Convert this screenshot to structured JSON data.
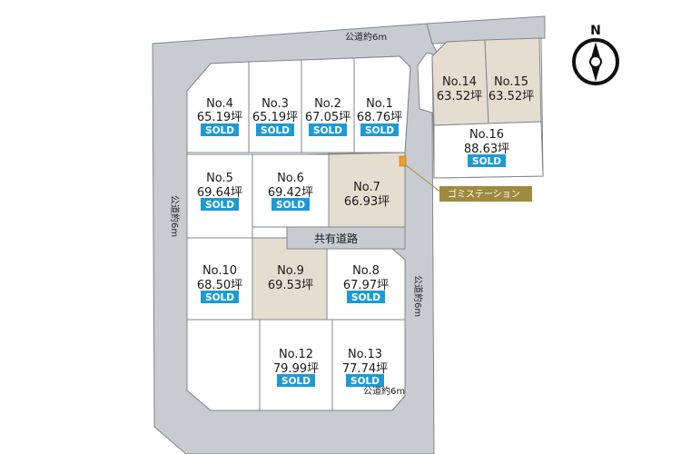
{
  "roads": {
    "north": "公道約6m",
    "west": "公道約6m",
    "east": "公道約6m",
    "south": "公道約6m"
  },
  "shared_road": "共有道路",
  "garbage_station": "ゴミステーション",
  "compass": {
    "north_label": "N"
  },
  "sold_label": "SOLD",
  "colors": {
    "road": "#c8ccd1",
    "lot_available": "#ffffff",
    "lot_highlight": "#e6ddd1",
    "sold_badge": "#1d9ad6",
    "garbage_label_bg": "#a08a3e",
    "garbage_marker": "#f0a020"
  },
  "lots": [
    {
      "id": "1",
      "number": "No.1",
      "area": "68.76坪",
      "sold": true,
      "highlight": false
    },
    {
      "id": "2",
      "number": "No.2",
      "area": "67.05坪",
      "sold": true,
      "highlight": false
    },
    {
      "id": "3",
      "number": "No.3",
      "area": "65.19坪",
      "sold": true,
      "highlight": false
    },
    {
      "id": "4",
      "number": "No.4",
      "area": "65.19坪",
      "sold": true,
      "highlight": false
    },
    {
      "id": "5",
      "number": "No.5",
      "area": "69.64坪",
      "sold": true,
      "highlight": false
    },
    {
      "id": "6",
      "number": "No.6",
      "area": "69.42坪",
      "sold": true,
      "highlight": false
    },
    {
      "id": "7",
      "number": "No.7",
      "area": "66.93坪",
      "sold": false,
      "highlight": true
    },
    {
      "id": "8",
      "number": "No.8",
      "area": "67.97坪",
      "sold": true,
      "highlight": false
    },
    {
      "id": "9",
      "number": "No.9",
      "area": "69.53坪",
      "sold": false,
      "highlight": true
    },
    {
      "id": "10",
      "number": "No.10",
      "area": "68.50坪",
      "sold": true,
      "highlight": false
    },
    {
      "id": "12",
      "number": "No.12",
      "area": "79.99坪",
      "sold": true,
      "highlight": false
    },
    {
      "id": "13",
      "number": "No.13",
      "area": "77.74坪",
      "sold": true,
      "highlight": false
    },
    {
      "id": "14",
      "number": "No.14",
      "area": "63.52坪",
      "sold": false,
      "highlight": true
    },
    {
      "id": "15",
      "number": "No.15",
      "area": "63.52坪",
      "sold": false,
      "highlight": true
    },
    {
      "id": "16",
      "number": "No.16",
      "area": "88.63坪",
      "sold": true,
      "highlight": false
    }
  ]
}
